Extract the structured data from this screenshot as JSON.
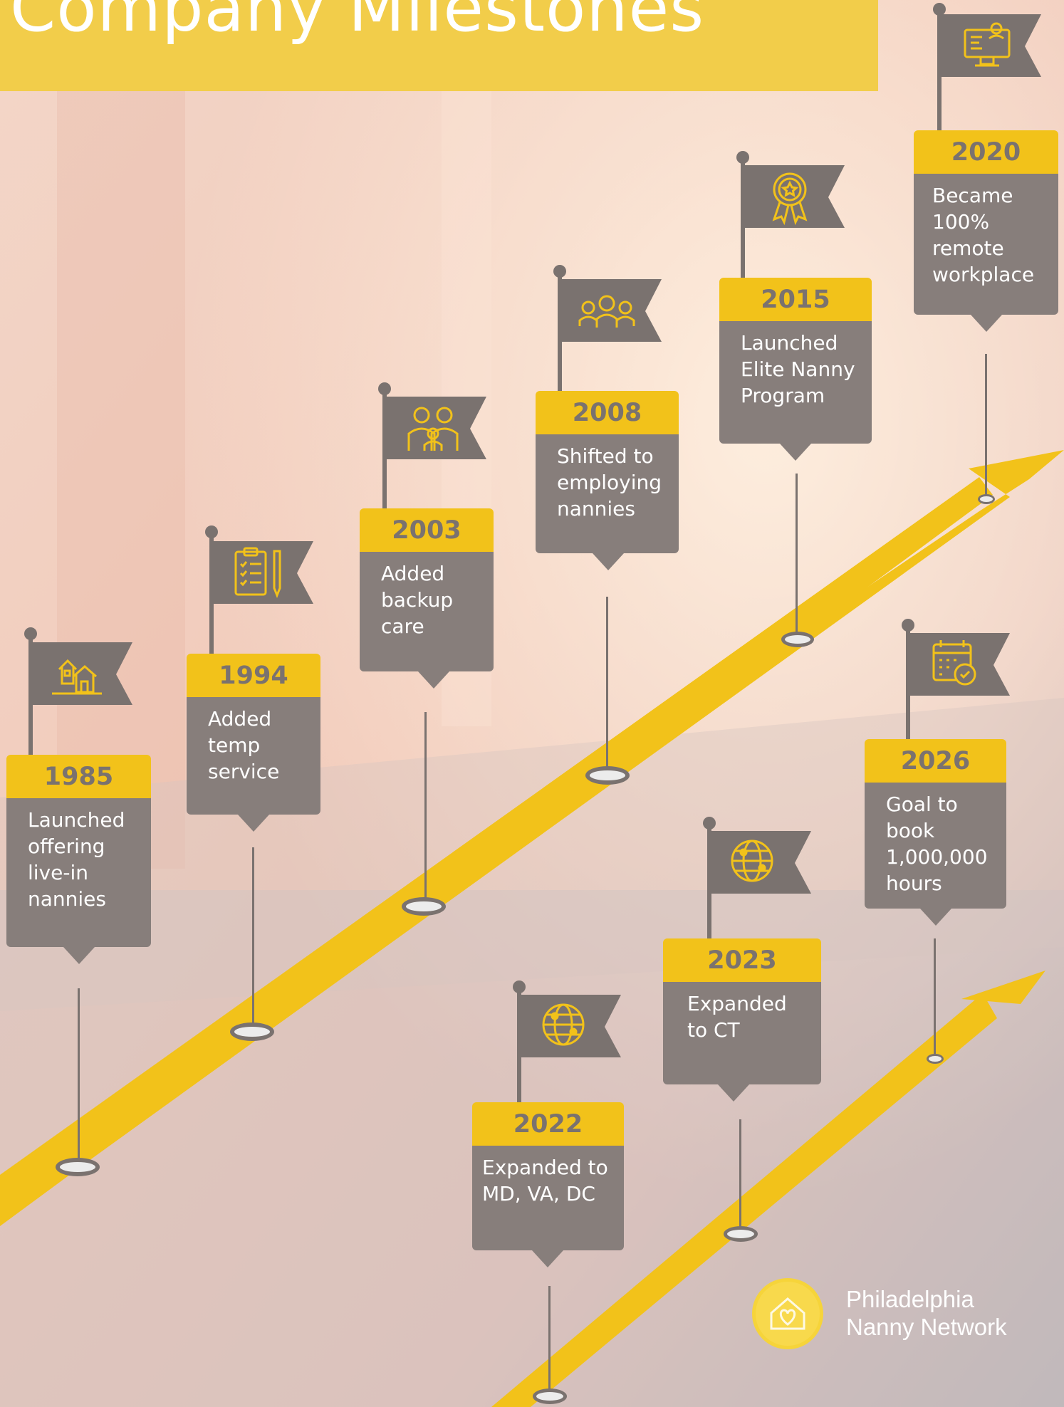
{
  "title": "Company Milestones",
  "colors": {
    "accent": "#f2c21a",
    "card": "#877e7b",
    "pole": "#7a726f",
    "text": "#ffffff"
  },
  "milestones": [
    {
      "year": "1985",
      "text": "Launched offering live-in nannies",
      "icon": "house-icon"
    },
    {
      "year": "1994",
      "text": "Added temp service",
      "icon": "clipboard-checklist-icon"
    },
    {
      "year": "2003",
      "text": "Added backup care",
      "icon": "family-icon"
    },
    {
      "year": "2008",
      "text": "Shifted to employing nannies",
      "icon": "team-people-icon"
    },
    {
      "year": "2015",
      "text": "Launched Elite Nanny Program",
      "icon": "award-badge-icon"
    },
    {
      "year": "2020",
      "text": "Became 100% remote workplace",
      "icon": "remote-worker-icon"
    },
    {
      "year": "2022",
      "text": "Expanded to MD, VA, DC",
      "icon": "globe-icon"
    },
    {
      "year": "2023",
      "text": "Expanded to CT",
      "icon": "globe-icon"
    },
    {
      "year": "2026",
      "text": "Goal to book 1,000,000 hours",
      "icon": "calendar-clock-icon"
    }
  ],
  "brand": {
    "line1": "Philadelphia",
    "line2": "Nanny Network",
    "icon": "heart-house-logo-icon"
  }
}
